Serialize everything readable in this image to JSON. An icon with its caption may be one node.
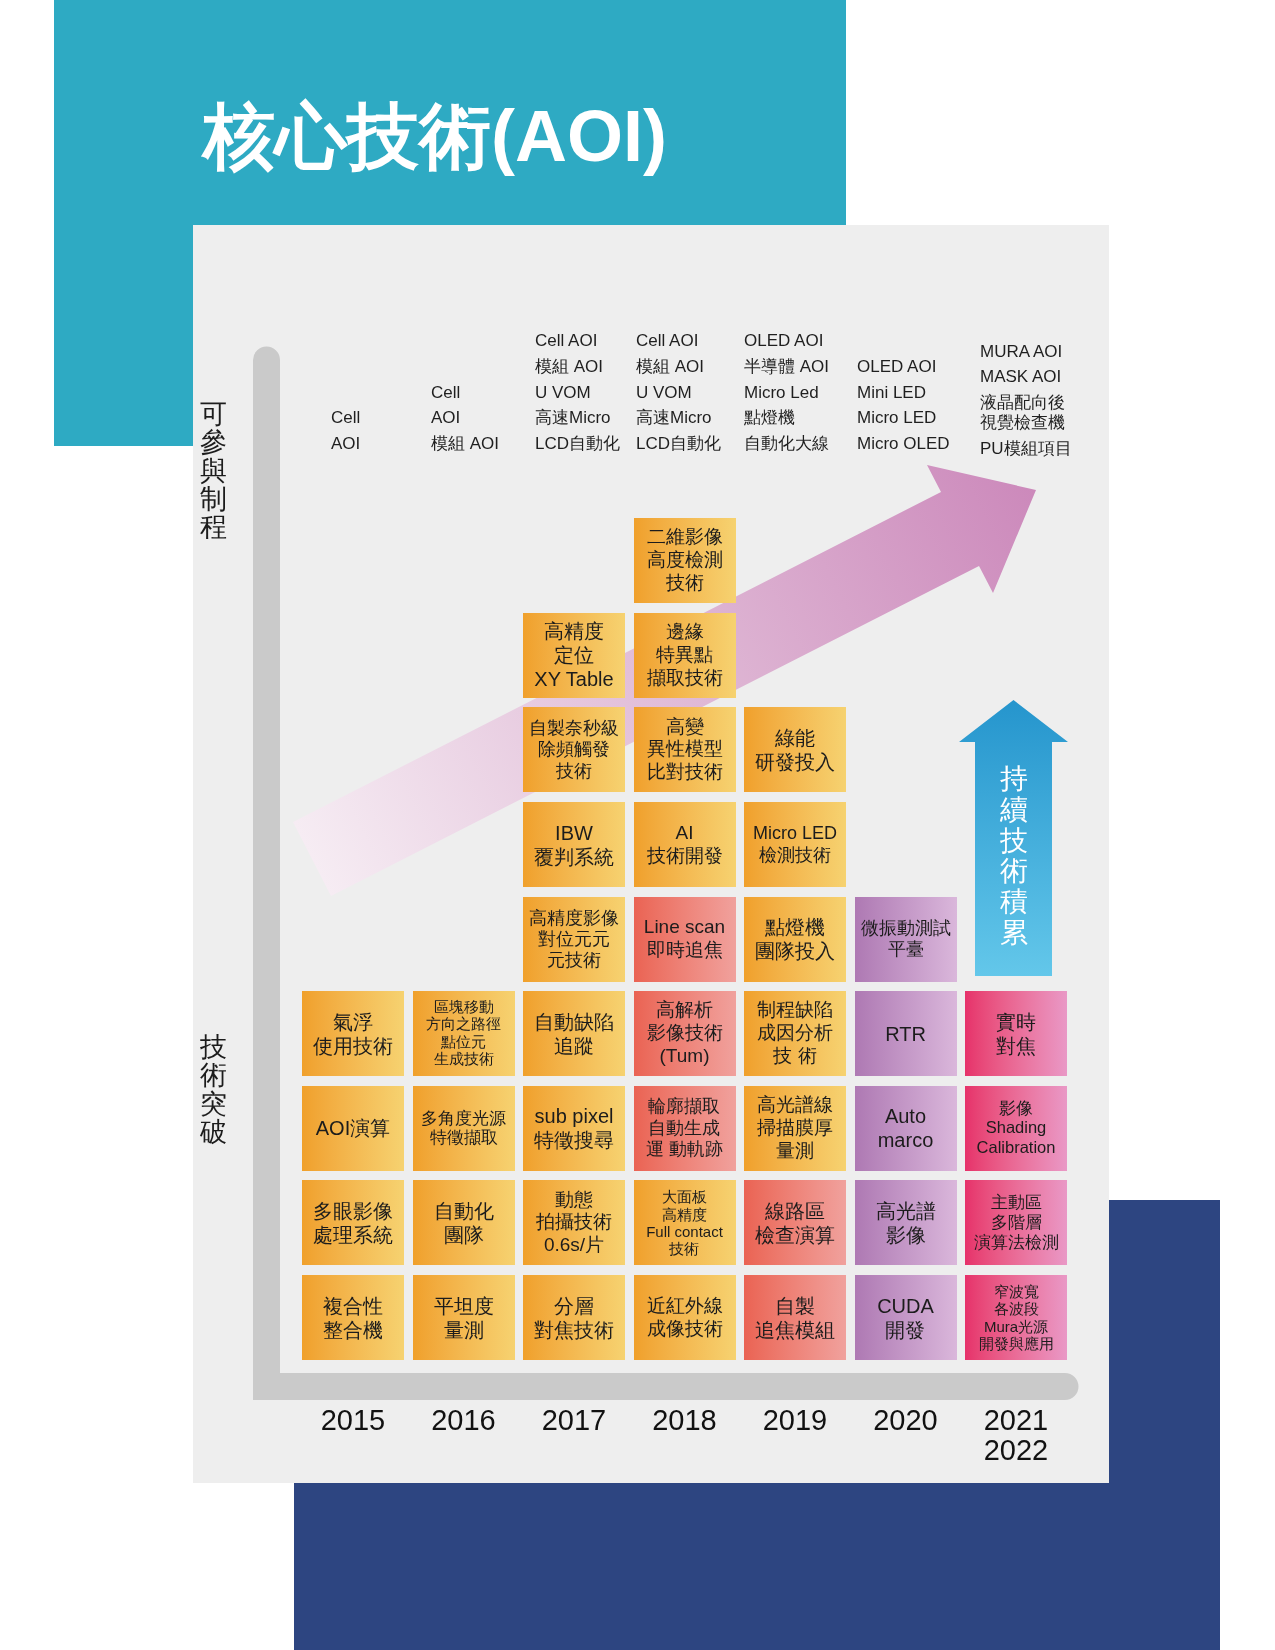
{
  "diagram": {
    "title": "核心技術(AOI)",
    "nodes": [
      {
        "text": [
          "氣浮使用技術"
        ]
      },
      {
        "text": [
          "AOI演算"
        ]
      },
      {
        "text": [
          "多眼影像處理系統"
        ]
      },
      {
        "text": [
          "複合性整合機"
        ]
      },
      {
        "text": [
          "區塊移動方向之路徑點位元生成技術"
        ]
      },
      {
        "text": [
          "多角度光源特徵擷取"
        ]
      },
      {
        "text": [
          "自動化團隊"
        ]
      },
      {
        "text": [
          "平坦度量測"
        ]
      },
      {
        "text": [
          "高精度定位XY Table"
        ]
      },
      {
        "text": [
          "自製奈秒級除頻觸發技術"
        ]
      },
      {
        "text": [
          "IBW 覆判系統"
        ]
      },
      {
        "text": [
          "高精度影像對位元元元技術"
        ]
      },
      {
        "text": [
          "自動缺陷追蹤"
        ]
      },
      {
        "text": [
          "sub pixel 特徵搜尋"
        ]
      },
      {
        "text": [
          "動態拍攝技術0.6s/片"
        ]
      },
      {
        "text": [
          "分層對焦技術"
        ]
      },
      {
        "text": [
          "二維影像高度檢測技術"
        ]
      },
      {
        "text": [
          "邊緣特異點擷取技術"
        ]
      },
      {
        "text": [
          "高變異性模型比對技術"
        ]
      },
      {
        "text": [
          "AI 技術開發"
        ]
      },
      {
        "text": [
          "Line scan 即時追焦"
        ]
      },
      {
        "text": [
          "高解析影像技術(Tum)"
        ]
      },
      {
        "text": [
          "輪廓擷取自動生成運 動軌跡"
        ]
      },
      {
        "text": [
          "大面板高精度Full contact技術"
        ]
      },
      {
        "text": [
          "近紅外線成像技術"
        ]
      },
      {
        "text": [
          "綠能研發投入"
        ]
      },
      {
        "text": [
          "Micro LED 檢測技術"
        ]
      },
      {
        "text": [
          "點燈機團隊投入"
        ]
      },
      {
        "text": [
          "制程缺陷成因分析技 術"
        ]
      },
      {
        "text": [
          "高光譜線掃描膜厚量測"
        ]
      },
      {
        "text": [
          "線路區檢查演算"
        ]
      },
      {
        "text": [
          "自製追焦模組"
        ]
      },
      {
        "text": [
          "微振動測試平臺"
        ]
      },
      {
        "text": [
          "RTR"
        ]
      },
      {
        "text": [
          "Auto marco"
        ]
      },
      {
        "text": [
          "高光譜影像"
        ]
      },
      {
        "text": [
          "CUDA 開發"
        ]
      },
      {
        "text": [
          "持續技術積累"
        ]
      },
      {
        "text": [
          "實時對焦"
        ]
      },
      {
        "text": [
          "影像Shading Calibration"
        ]
      },
      {
        "text": [
          "主動區多階層演算法檢測"
        ]
      },
      {
        "text": [
          "窄波寬各波段Mura光源開發與應用"
        ]
      }
    ],
    "labels": [
      "可參與制程",
      "Cell AOI",
      "Cell AOI",
      "模組 AOI",
      "Cell AOI",
      "模組 AOI",
      "U VOM",
      "高速Micro LCD自動化",
      "Cell AOI",
      "模組 AOI",
      "U VOM",
      "高速Micro LCD自動化",
      "OLED AOI",
      "半導體 AOI",
      "Micro Led",
      "點燈機",
      "自動化大線",
      "OLED AOI",
      "Mini LED",
      "Micro LED",
      "Micro OLED",
      "MURA AOI",
      "MASK AOI",
      "液晶配向後視覺檢查機",
      "PU模組項目",
      "技術突破",
      "2015",
      "2016",
      "2017",
      "2018",
      "2019",
      "2020",
      "2021 2022"
    ]
  }
}
